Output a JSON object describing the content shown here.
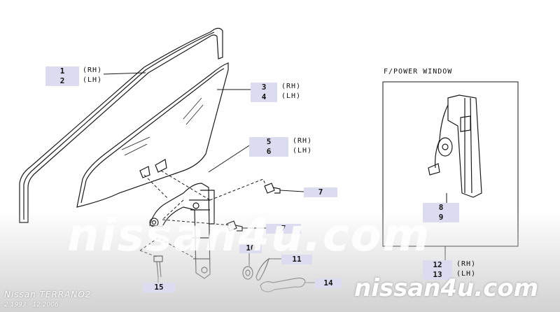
{
  "diagram": {
    "section_title": "F/POWER WINDOW",
    "callouts": [
      {
        "id": "c1",
        "lines": [
          "1",
          "2"
        ],
        "sides": [
          "(RH)",
          "(LH)"
        ]
      },
      {
        "id": "c3",
        "lines": [
          "3",
          "4"
        ],
        "sides": [
          "(RH)",
          "(LH)"
        ]
      },
      {
        "id": "c5",
        "lines": [
          "5",
          "6"
        ],
        "sides": [
          "(RH)",
          "(LH)"
        ]
      },
      {
        "id": "c7a",
        "lines": [
          "7"
        ],
        "sides": []
      },
      {
        "id": "c7b",
        "lines": [
          "7"
        ],
        "sides": []
      },
      {
        "id": "c8",
        "lines": [
          "8",
          "9"
        ],
        "sides": []
      },
      {
        "id": "c10",
        "lines": [
          "10"
        ],
        "sides": []
      },
      {
        "id": "c11",
        "lines": [
          "11"
        ],
        "sides": []
      },
      {
        "id": "c12",
        "lines": [
          "12",
          "13"
        ],
        "sides": [
          "(RH)",
          "(LH)"
        ]
      },
      {
        "id": "c14",
        "lines": [
          "14"
        ],
        "sides": []
      },
      {
        "id": "c15",
        "lines": [
          "15"
        ],
        "sides": []
      }
    ]
  },
  "branding": {
    "model": "Nissan TERRANO2",
    "production_period": "2.1993 - 12.2006",
    "watermark_center": "nissan4u.com",
    "watermark_corner": "nissan4u.com"
  }
}
